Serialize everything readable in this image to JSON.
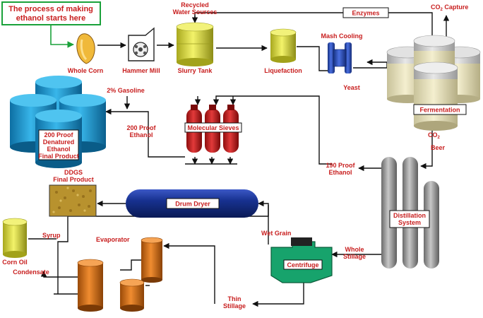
{
  "title_box": {
    "line1": "The process of making",
    "line2": "ethanol starts here"
  },
  "labels": {
    "whole_corn": "Whole Corn",
    "hammer_mill": "Hammer Mill",
    "recycled_1": "Recycled",
    "recycled_2": "Water Sources",
    "slurry_tank": "Slurry Tank",
    "liquefaction": "Liquefaction",
    "mash_cooling": "Mash Cooling",
    "yeast": "Yeast",
    "enzymes": "Enzymes",
    "co2_capture_1": "CO",
    "co2_capture_sub": "2",
    "co2_capture_2": " Capture",
    "fermentation": "Fermentation",
    "co2_1": "CO",
    "co2_sub": "2",
    "beer": "Beer",
    "gasoline": "2% Gasoline",
    "proof200_1": "200 Proof",
    "proof200_2": "Ethanol",
    "molecular_sieves": "Molecular Sieves",
    "final_1": "200 Proof",
    "final_2": "Denatured",
    "final_3": "Ethanol",
    "final_4": "Final Product",
    "proof190_1": "190 Proof",
    "proof190_2": "Ethanol",
    "ddgs_1": "DDGS",
    "ddgs_2": "Final Product",
    "drum_dryer": "Drum Dryer",
    "distillation_1": "Distillation",
    "distillation_2": "System",
    "wet_grain": "Wet Grain",
    "whole_stillage_1": "Whole",
    "whole_stillage_2": "Stillage",
    "centrifuge": "Centrifuge",
    "syrup": "Syrup",
    "evaporator": "Evaporator",
    "corn_oil": "Corn Oil",
    "condensate": "Condensate",
    "thin_1": "Thin",
    "thin_2": "Stillage"
  },
  "colors": {
    "label_red": "#c81e1e",
    "flow_green": "#1aa13a",
    "teal_tanks": "#1c9fd8",
    "yellow_tank": "#d8d84a",
    "red_sieve": "#c81e1e",
    "navy_dryer": "#17318f",
    "gray_column": "#9a9a9a",
    "orange_tank": "#d26d16",
    "centrifuge_green": "#17a36c",
    "mash_blue": "#2648b8"
  }
}
